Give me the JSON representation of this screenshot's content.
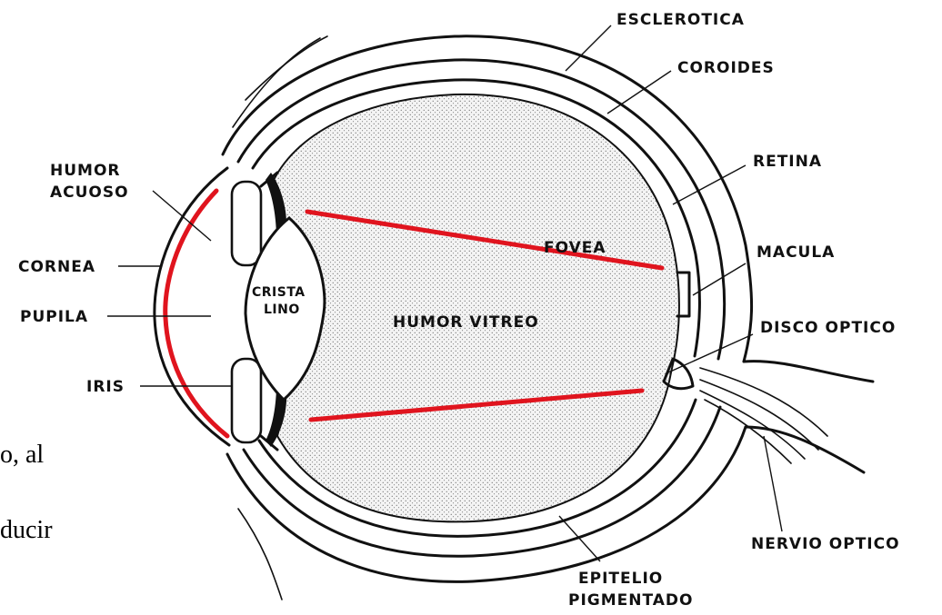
{
  "labels": {
    "esclerotica": "ESCLEROTICA",
    "coroides": "COROIDES",
    "retina": "RETINA",
    "humor_acuoso_1": "HUMOR",
    "humor_acuoso_2": "ACUOSO",
    "cornea": "CORNEA",
    "pupila": "PUPILA",
    "iris": "IRIS",
    "cristalino_1": "CRISTA",
    "cristalino_2": "LINO",
    "fovea": "FOVEA",
    "humor_vitreo": "HUMOR VITREO",
    "macula": "MACULA",
    "disco_optico": "DISCO OPTICO",
    "nervio_optico": "NERVIO OPTICO",
    "epitelio_1": "EPITELIO",
    "epitelio_2": "PIGMENTADO"
  },
  "side_text": {
    "line1": "o, al",
    "line2": "ducir"
  },
  "colors": {
    "ink": "#111111",
    "highlight": "#e0141e",
    "stipple": "#3a3a3a"
  }
}
